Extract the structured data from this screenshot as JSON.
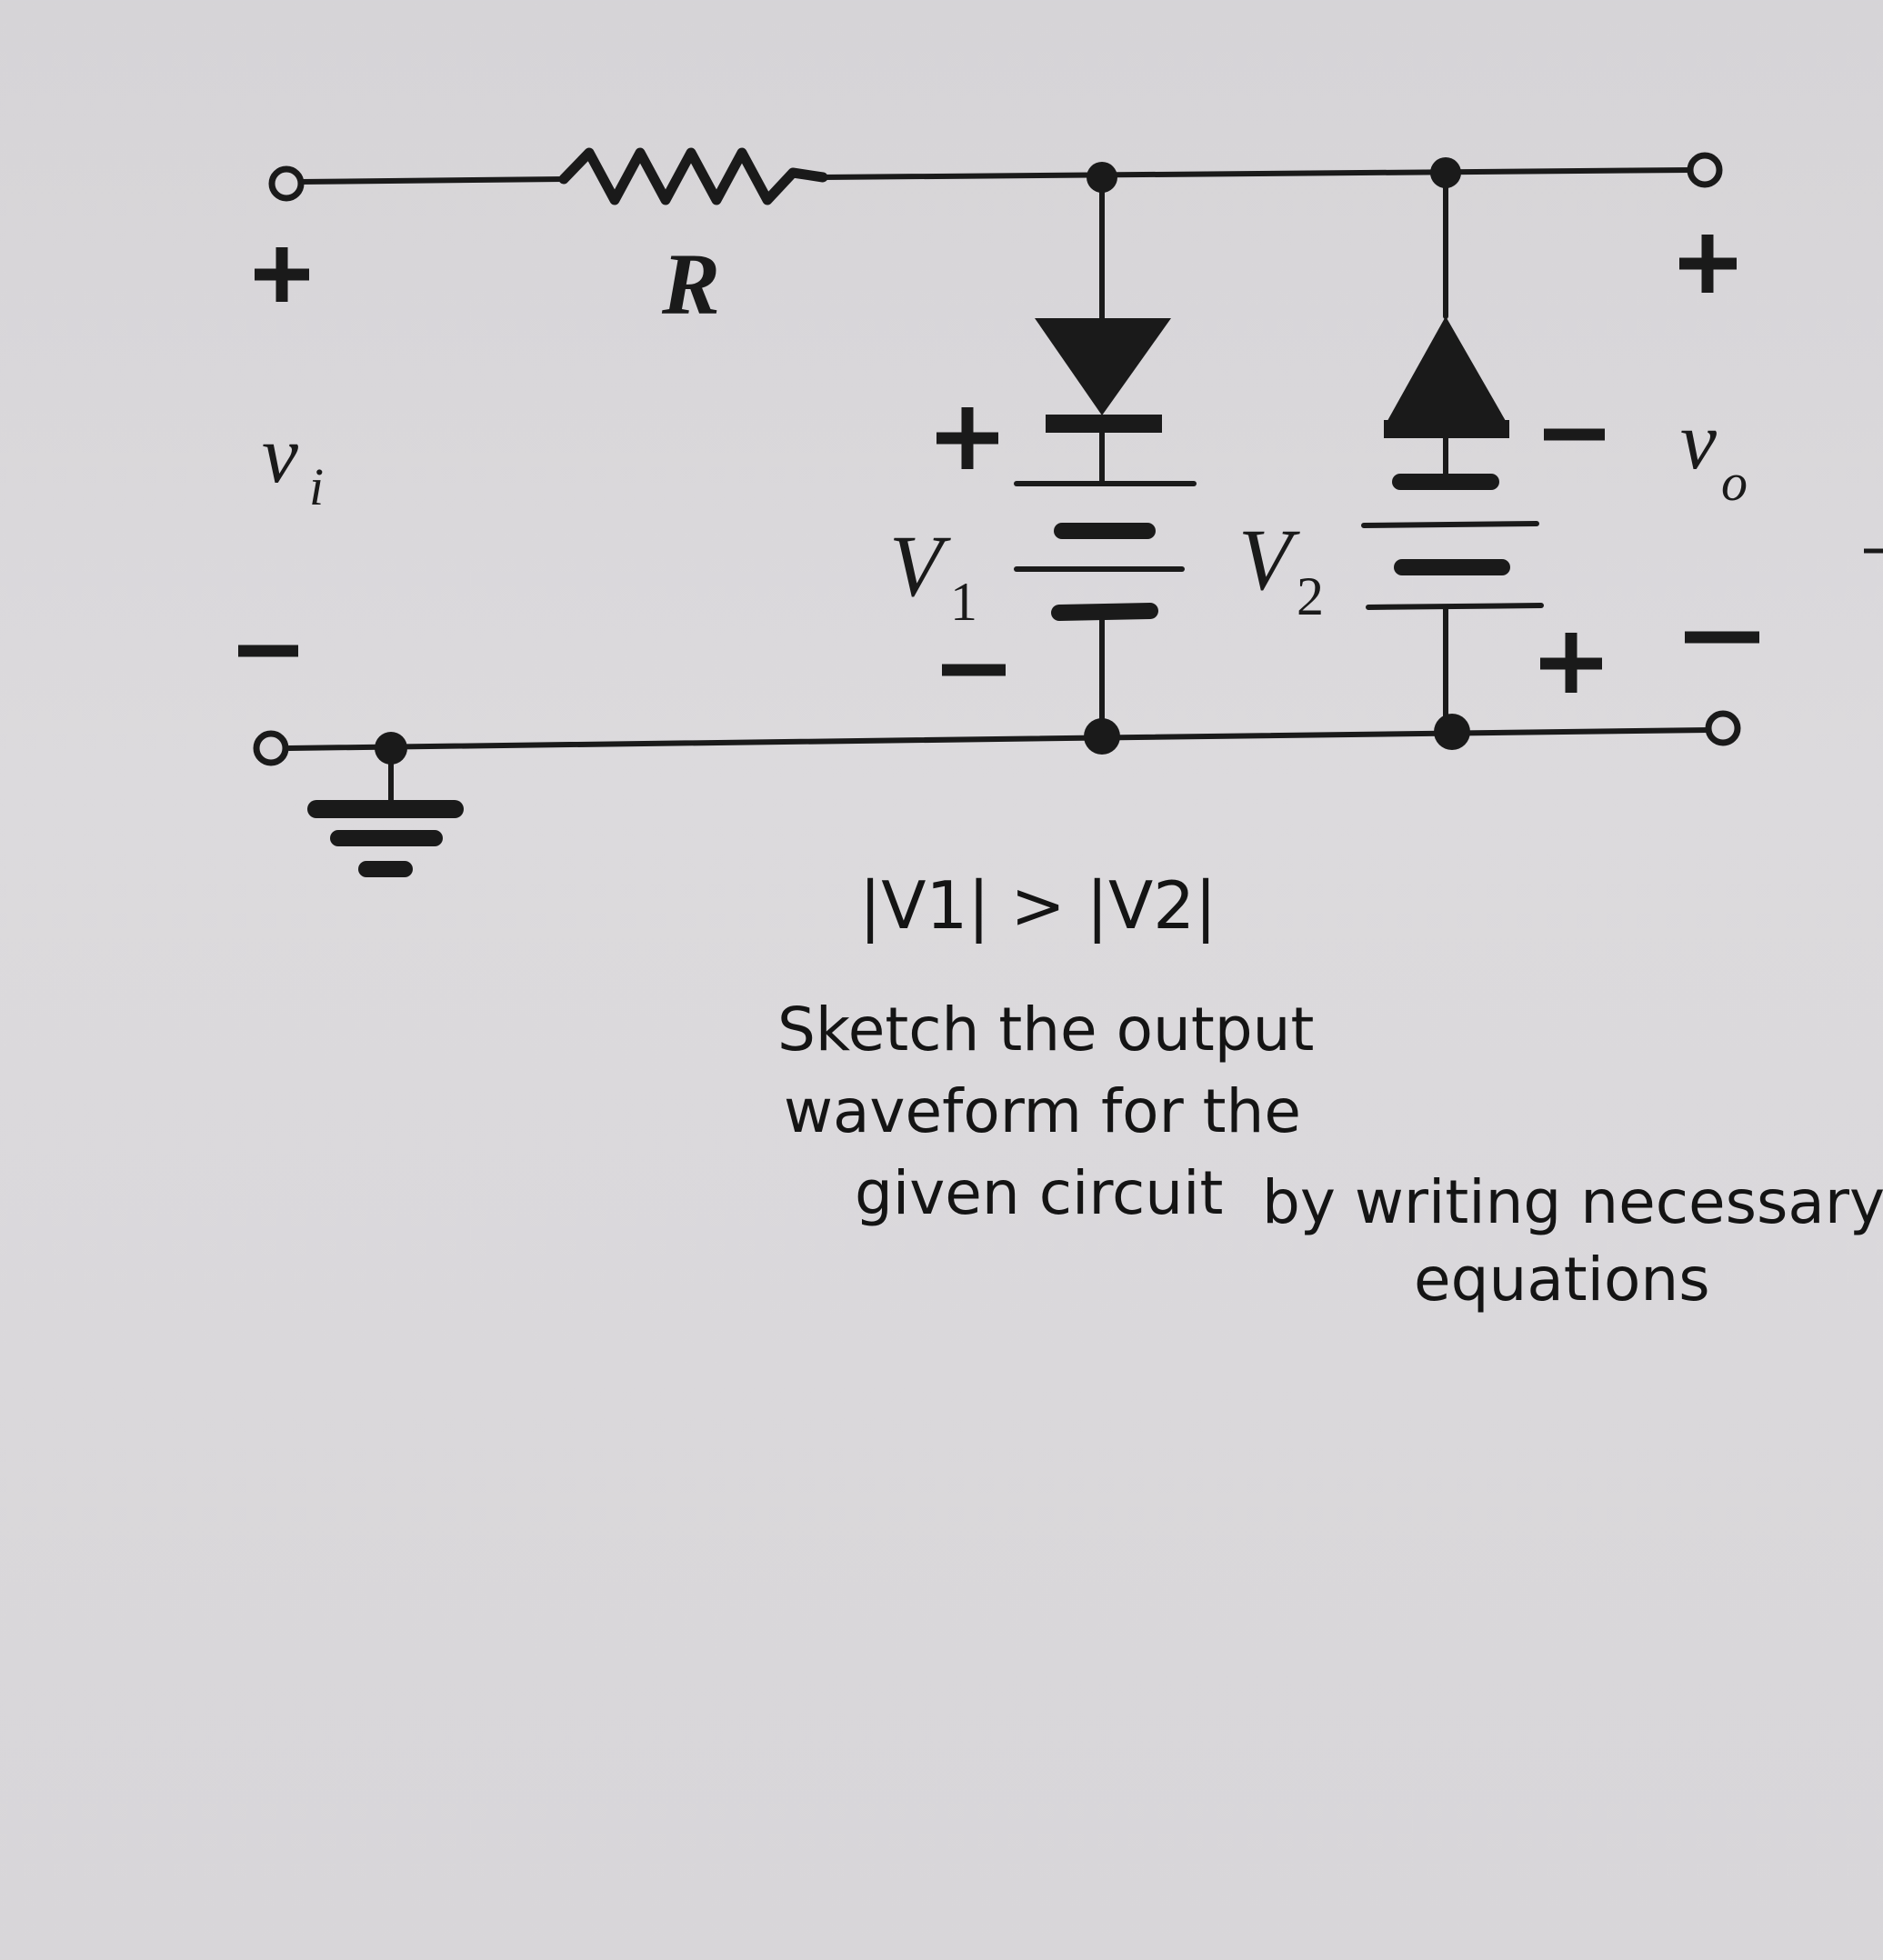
{
  "diagram": {
    "type": "clipper circuit",
    "labels": {
      "resistor": "R",
      "input": "v",
      "input_sub": "i",
      "output": "v",
      "output_sub": "o",
      "battery1": "V",
      "battery1_sub": "1",
      "battery2": "V",
      "battery2_sub": "2"
    },
    "signs": {
      "plus": "+",
      "minus": "−"
    }
  },
  "annotation": {
    "condition": "|V1| > |V2|",
    "line1": "Sketch the output",
    "line2": "waveform for the",
    "line3a": "given circuit",
    "line3b": "by writing necessary",
    "line4": "equations"
  }
}
